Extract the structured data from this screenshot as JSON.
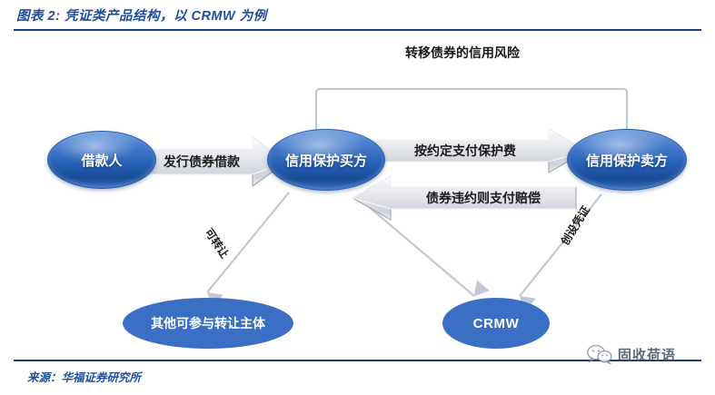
{
  "figure": {
    "title": "图表 2:  凭证类产品结构，以 CRMW 为例",
    "source": "来源：华福证券研究所",
    "accent_color": "#1f4e9c",
    "rule_color": "#14417f"
  },
  "nodes": {
    "borrower": "借款人",
    "protection_buyer": "信用保护买方",
    "protection_seller": "信用保护卖方",
    "other_transferees": "其他可参与转让主体",
    "crmw": "CRMW"
  },
  "flows": {
    "issue_bond_loan": "发行债券借款",
    "pay_protection_fee": "按约定支付保护费",
    "pay_compensation_on_default": "债券违约则支付赔偿",
    "transfer_credit_risk": "转移债券的信用风险",
    "transferable_left": "可转让",
    "create_certificate_right": "创设凭证"
  },
  "watermark": {
    "text": "固收荷语",
    "icon": "wechat-icon"
  },
  "colors": {
    "node_fill": "#2a62b6",
    "node_flat_fill": "#3b6fc4",
    "arrow_fill": "#e3e5ea",
    "arrow_stroke": "#9aa0ad",
    "connector_stroke": "#c3c8d4",
    "label_text": "#1a1a1a"
  }
}
